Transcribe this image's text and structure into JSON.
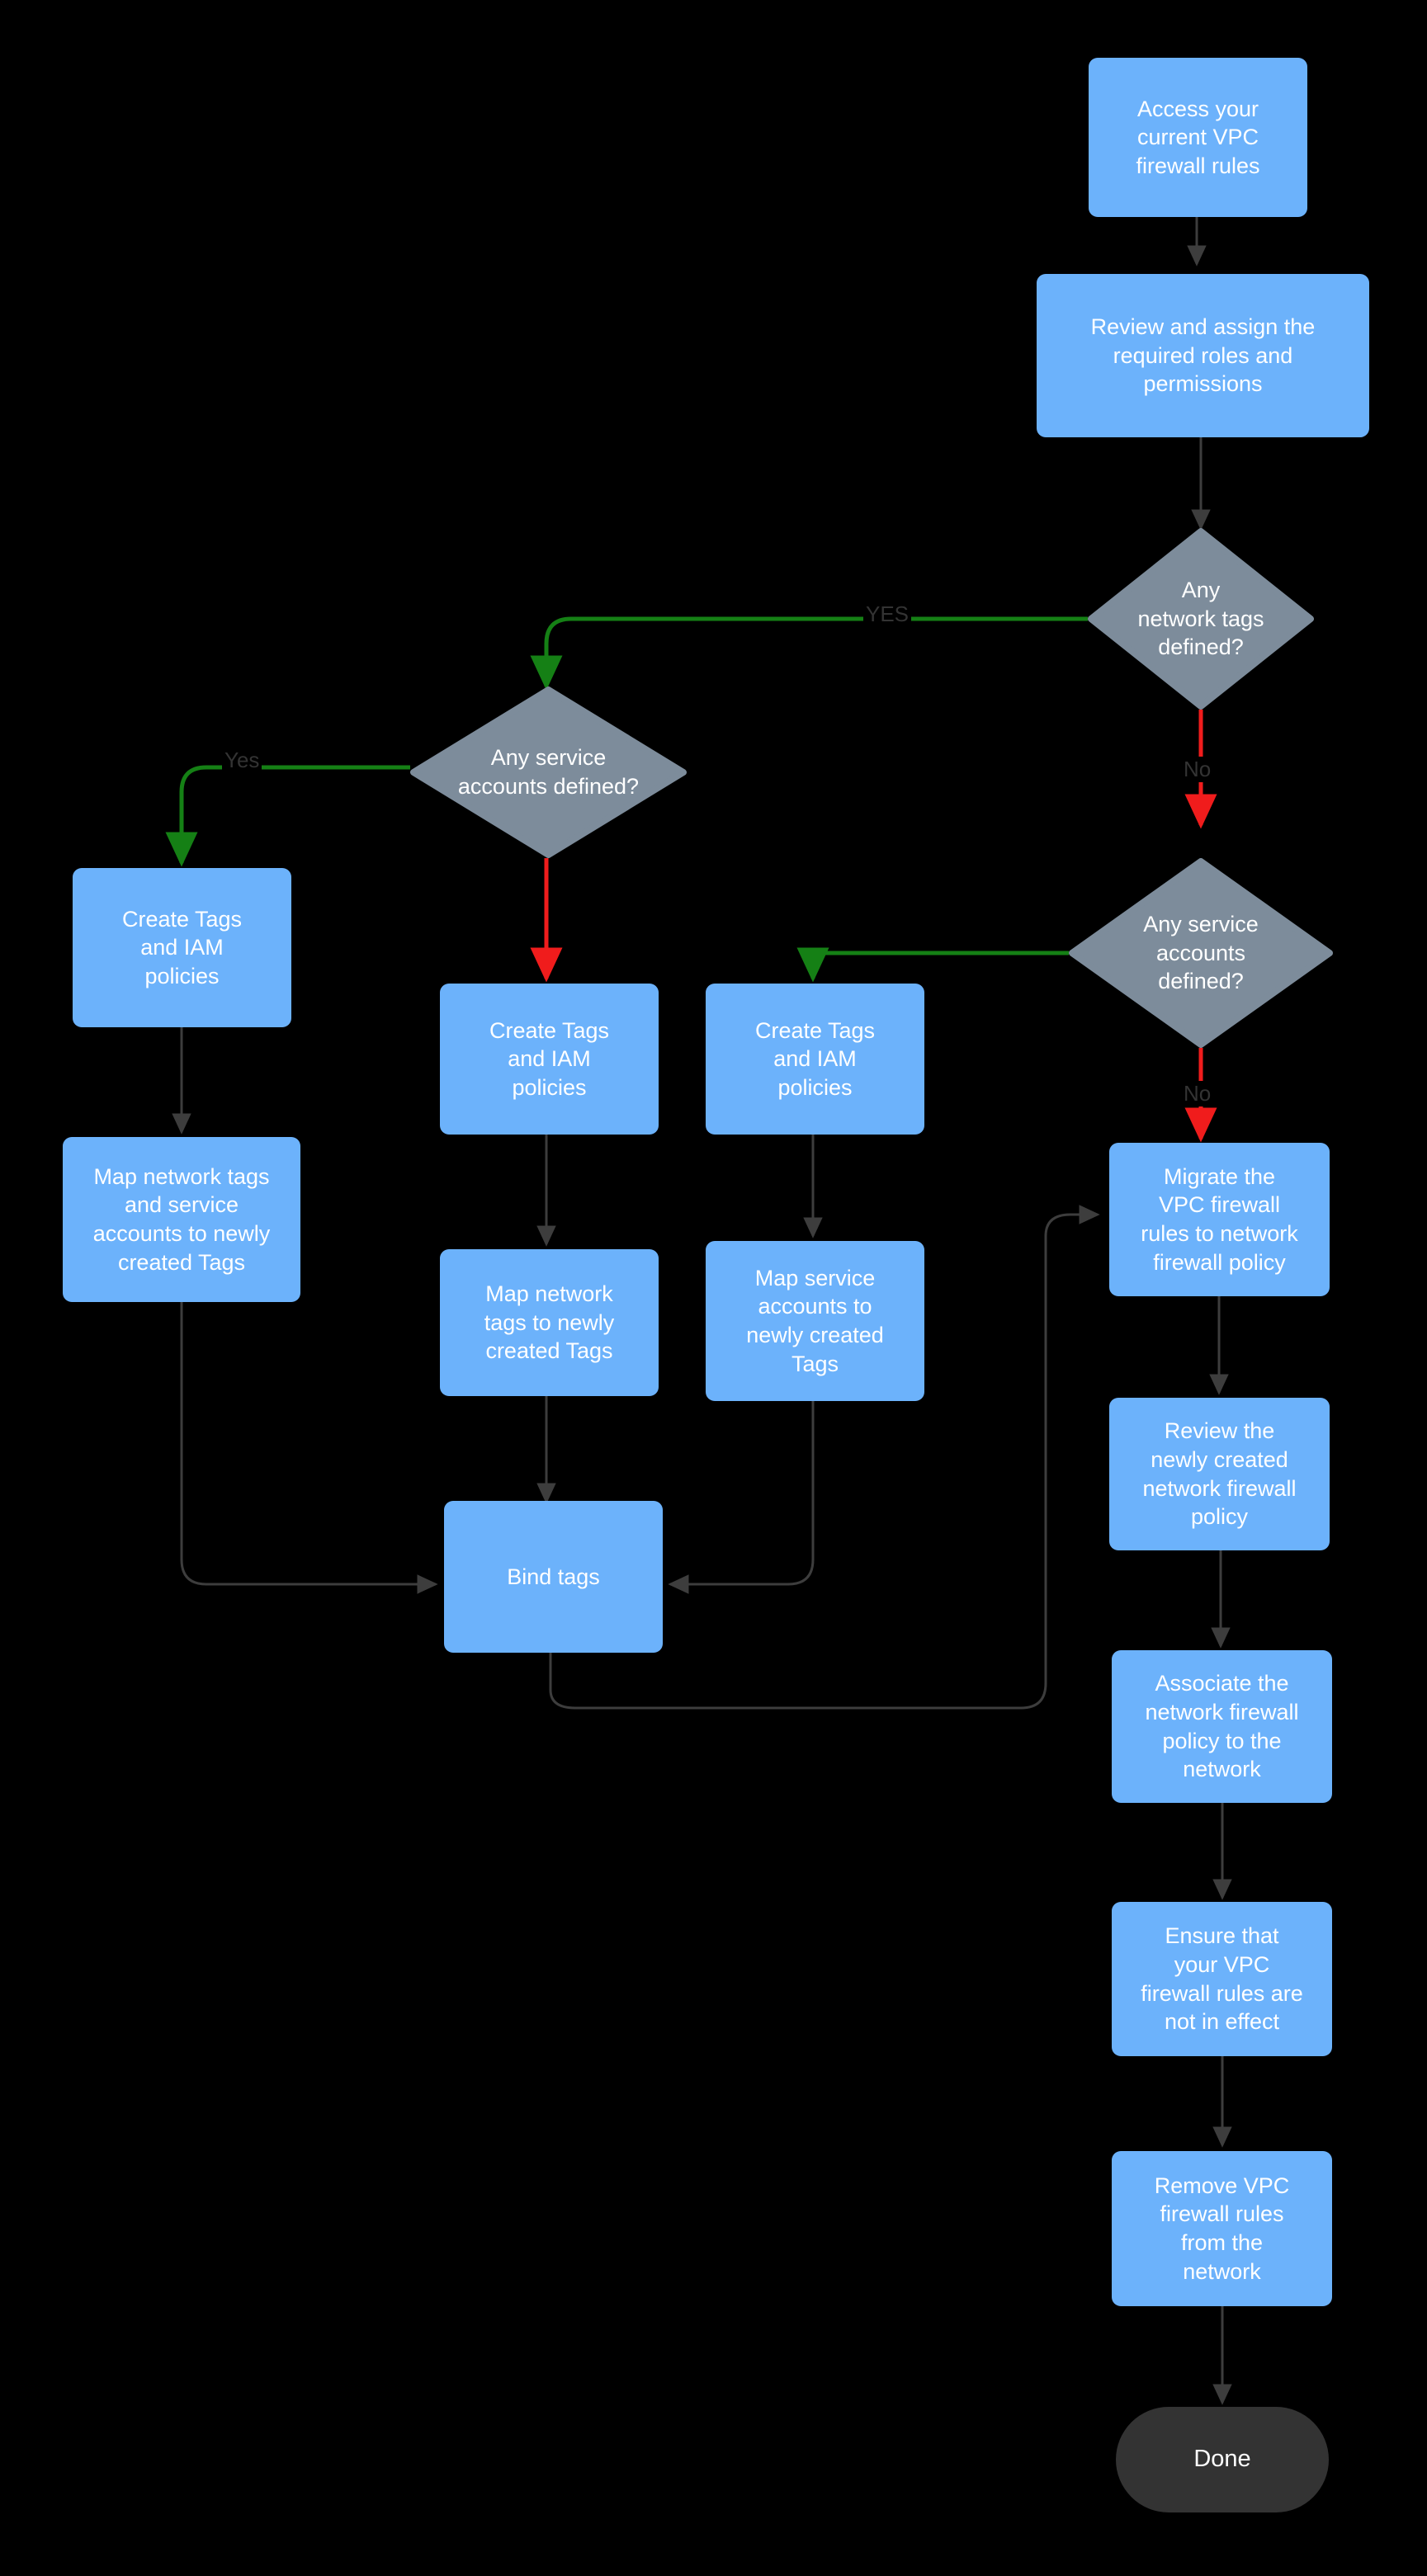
{
  "diagram": {
    "title": "VPC firewall rules to network firewall policy migration flow",
    "background_color": "#000000",
    "process_color": "#6cb2fb",
    "decision_color": "#7d8c9b",
    "terminal_color": "#333333",
    "yes_edge_color": "#158015",
    "no_edge_color": "#f01c1c",
    "default_edge_color": "#3d3d3d",
    "text_color": "#ffffff",
    "label_text_color": "#333333"
  },
  "nodes": [
    {
      "id": "access",
      "type": "process",
      "label": "Access your\ncurrent VPC\nfirewall rules"
    },
    {
      "id": "review_roles",
      "type": "process",
      "label": "Review and assign the\nrequired roles and\npermissions"
    },
    {
      "id": "net_tags_q",
      "type": "decision",
      "label": "Any\nnetwork tags\ndefined?"
    },
    {
      "id": "svc_acct_q_l",
      "type": "decision",
      "label": "Any service\naccounts defined?"
    },
    {
      "id": "svc_acct_q_r",
      "type": "decision",
      "label": "Any service\naccounts\ndefined?"
    },
    {
      "id": "tags_iam_l",
      "type": "process",
      "label": "Create Tags\nand IAM\npolicies"
    },
    {
      "id": "tags_iam_m",
      "type": "process",
      "label": "Create Tags\nand IAM\npolicies"
    },
    {
      "id": "tags_iam_r",
      "type": "process",
      "label": "Create Tags\nand IAM\npolicies"
    },
    {
      "id": "map_both",
      "type": "process",
      "label": "Map network tags\nand service\naccounts to newly\ncreated Tags"
    },
    {
      "id": "map_net",
      "type": "process",
      "label": "Map network\ntags to newly\ncreated Tags"
    },
    {
      "id": "map_svc",
      "type": "process",
      "label": "Map service\naccounts  to\nnewly created\nTags"
    },
    {
      "id": "bind_tags",
      "type": "process",
      "label": "Bind tags"
    },
    {
      "id": "migrate",
      "type": "process",
      "label": "Migrate the\nVPC firewall\nrules to network\nfirewall policy"
    },
    {
      "id": "review_policy",
      "type": "process",
      "label": "Review the\nnewly created\nnetwork firewall\npolicy"
    },
    {
      "id": "associate",
      "type": "process",
      "label": "Associate the\nnetwork firewall\npolicy to the\nnetwork"
    },
    {
      "id": "ensure",
      "type": "process",
      "label": "Ensure that\nyour VPC\nfirewall rules are\nnot in effect"
    },
    {
      "id": "remove",
      "type": "process",
      "label": "Remove  VPC\nfirewall rules\nfrom the\nnetwork"
    },
    {
      "id": "done",
      "type": "terminal",
      "label": "Done"
    }
  ],
  "edge_labels": [
    {
      "id": "yes_upper",
      "text": "YES"
    },
    {
      "id": "no_upper",
      "text": "No"
    },
    {
      "id": "yes_left",
      "text": "Yes"
    },
    {
      "id": "no_right",
      "text": "No"
    }
  ]
}
